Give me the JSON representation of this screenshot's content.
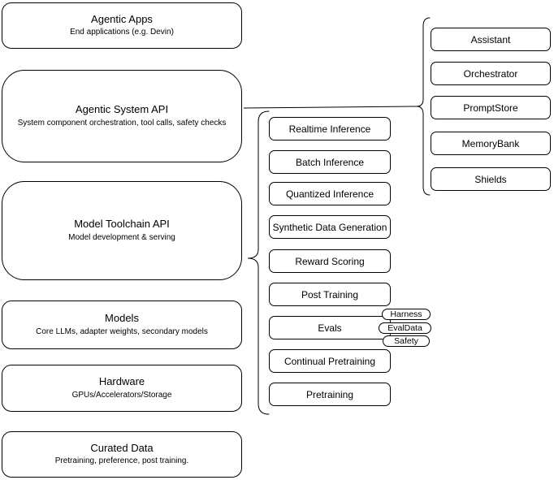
{
  "colors": {
    "background": "#ffffff",
    "stroke": "#000000",
    "text": "#000000"
  },
  "left_column": [
    {
      "title": "Agentic Apps",
      "subtitle": "End applications (e.g. Devin)"
    },
    {
      "title": "Agentic System API",
      "subtitle": "System component orchestration, tool calls, safety checks"
    },
    {
      "title": "Model Toolchain API",
      "subtitle": "Model development & serving"
    },
    {
      "title": "Models",
      "subtitle": "Core LLMs, adapter weights, secondary models"
    },
    {
      "title": "Hardware",
      "subtitle": "GPUs/Accelerators/Storage"
    },
    {
      "title": "Curated Data",
      "subtitle": "Pretraining, preference, post training."
    }
  ],
  "middle_column": [
    "Realtime Inference",
    "Batch Inference",
    "Quantized Inference",
    "Synthetic Data Generation",
    "Reward Scoring",
    "Post Training",
    "Evals",
    "Continual Pretraining",
    "Pretraining"
  ],
  "eval_pills": [
    "Harness",
    "EvalData",
    "Safety"
  ],
  "right_column": [
    "Assistant",
    "Orchestrator",
    "PromptStore",
    "MemoryBank",
    "Shields"
  ]
}
